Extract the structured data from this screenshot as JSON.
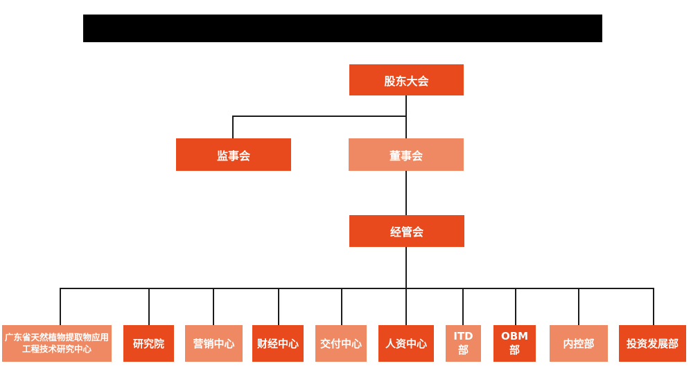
{
  "title_bar": {
    "redacted": true,
    "color": "#000000"
  },
  "colors": {
    "primary_orange": "#e8491d",
    "light_orange": "#ef8963",
    "connector_line": "#1a1a1a",
    "background": "#ffffff",
    "node_text": "#ffffff"
  },
  "org_chart": {
    "nodes": {
      "shareholders": {
        "label": "股东大会",
        "variant": "primary"
      },
      "supervisory": {
        "label": "监事会",
        "variant": "primary"
      },
      "board": {
        "label": "董事会",
        "variant": "light"
      },
      "management": {
        "label": "经管会",
        "variant": "primary"
      }
    },
    "departments": [
      {
        "label": "广东省天然植物提取物应用工程技术研究中心",
        "variant": "light"
      },
      {
        "label": "研究院",
        "variant": "primary"
      },
      {
        "label": "营销中心",
        "variant": "light"
      },
      {
        "label": "财经中心",
        "variant": "primary"
      },
      {
        "label": "交付中心",
        "variant": "light"
      },
      {
        "label": "人资中心",
        "variant": "primary"
      },
      {
        "label": "ITD部",
        "variant": "light"
      },
      {
        "label": "OBM部",
        "variant": "primary"
      },
      {
        "label": "内控部",
        "variant": "light"
      },
      {
        "label": "投资发展部",
        "variant": "primary"
      }
    ]
  }
}
